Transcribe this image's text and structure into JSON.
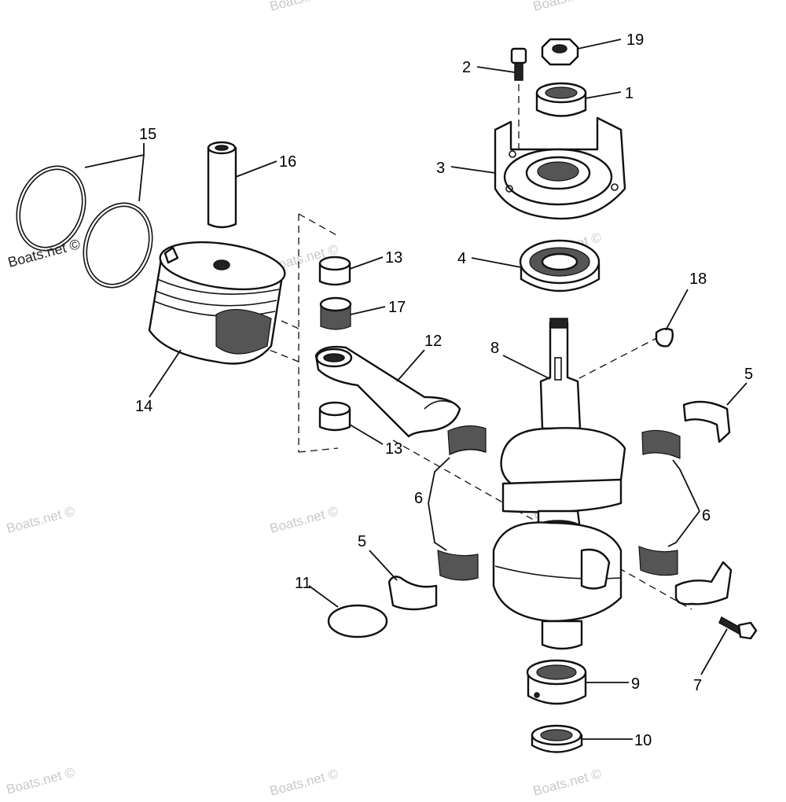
{
  "watermark": "Boats.net ©",
  "callouts": {
    "p1": "1",
    "p2": "2",
    "p3": "3",
    "p4": "4",
    "p5a": "5",
    "p5b": "5",
    "p6a": "6",
    "p6b": "6",
    "p7": "7",
    "p8": "8",
    "p9": "9",
    "p10": "10",
    "p11": "11",
    "p12": "12",
    "p13a": "13",
    "p13b": "13",
    "p14": "14",
    "p15": "15",
    "p16": "16",
    "p17": "17",
    "p18": "18",
    "p19": "19"
  }
}
